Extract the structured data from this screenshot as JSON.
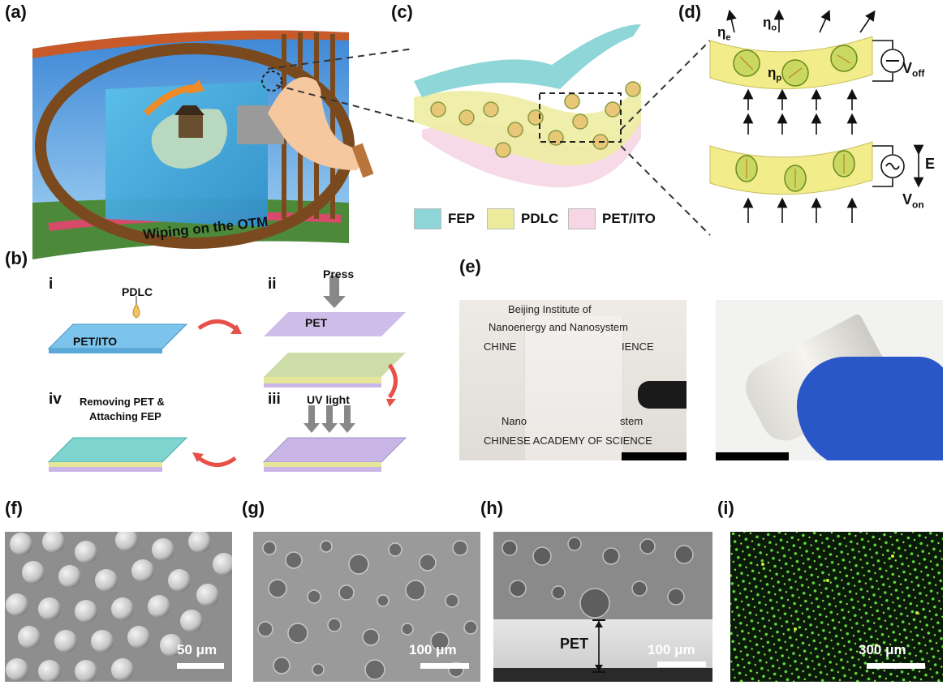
{
  "panels": {
    "a": {
      "label": "(a)",
      "caption": "Wiping on the OTM",
      "colors": {
        "frame": "#7a4a1e",
        "sky": "#6cb4e8",
        "screen": "#3fa8d8",
        "arrow": "#f08a24",
        "hand": "#f6c89f"
      }
    },
    "b": {
      "label": "(b)",
      "steps": [
        {
          "numeral": "i",
          "text": "PDLC",
          "sub": "PET/ITO"
        },
        {
          "numeral": "ii",
          "text": "Press",
          "sub": "PET"
        },
        {
          "numeral": "iii",
          "text": "UV light",
          "sub": ""
        },
        {
          "numeral": "iv",
          "text_line1": "Removing PET &",
          "text_line2": "Attaching FEP",
          "sub": ""
        }
      ],
      "colors": {
        "ito": "#7cc4ec",
        "pet": "#c9b6e6",
        "pdlc": "#e6e69a",
        "fep": "#7fd4cf",
        "arrow": "#e8504a"
      }
    },
    "c": {
      "label": "(c)",
      "legend": [
        {
          "name": "FEP",
          "color": "#8fd6d8"
        },
        {
          "name": "PDLC",
          "color": "#ecec9c"
        },
        {
          "name": "PET/ITO",
          "color": "#f6d6e4"
        }
      ]
    },
    "d": {
      "label": "(d)",
      "symbols": {
        "ne": "η",
        "ne_sub": "e",
        "no": "η",
        "no_sub": "o",
        "np": "η",
        "np_sub": "p"
      },
      "voff": "V",
      "voff_sub": "off",
      "von": "V",
      "von_sub": "on",
      "field": "E",
      "colors": {
        "film": "#f2ec8a",
        "droplet": "#a6c44a"
      }
    },
    "e": {
      "label": "(e)",
      "text_lines": [
        "Beijing Institute of",
        "Nanoenergy and Nanosystem",
        "CHINE",
        "IENCE",
        "Nano",
        "stem",
        "CHINESE ACADEMY OF SCIENCE"
      ],
      "colors": {
        "paper": "#ece9e4",
        "glove": "#2a57c8"
      }
    },
    "f": {
      "label": "(f)",
      "scale": "50 μm"
    },
    "g": {
      "label": "(g)",
      "scale": "100 μm"
    },
    "h": {
      "label": "(h)",
      "scale": "100 μm",
      "layer": "PET"
    },
    "i": {
      "label": "(i)",
      "scale": "300 μm",
      "colors": {
        "dots": "#5fdc3c",
        "bg": "#0a1a08"
      }
    }
  }
}
